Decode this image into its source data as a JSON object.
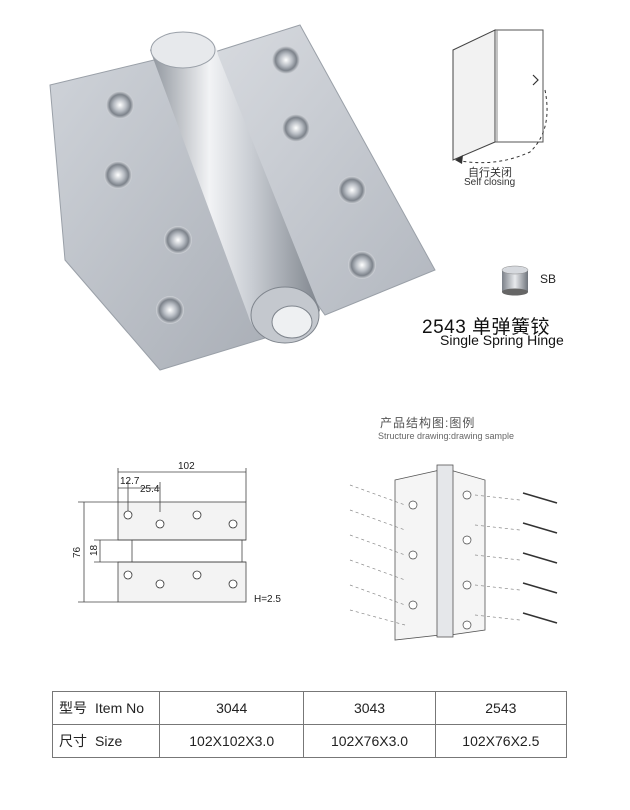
{
  "self_closing": {
    "label_cn": "自行关闭",
    "label_en": "Self closing"
  },
  "finish": {
    "code": "SB",
    "swatch_color": "#c0c2c6"
  },
  "product": {
    "title": "2543 单弹簧铰",
    "subtitle": "Single Spring Hinge"
  },
  "structure": {
    "label_cn": "产品结构图:图例",
    "label_en": "Structure drawing:drawing sample"
  },
  "dimensions": {
    "width": "102",
    "hole_offset_1": "12.7",
    "hole_offset_2": "25.4",
    "height": "76",
    "knuckle": "18",
    "thickness": "H=2.5"
  },
  "spec_table": {
    "row_item": {
      "label_cn": "型号",
      "label_en": "Item No",
      "values": [
        "3044",
        "3043",
        "2543"
      ]
    },
    "row_size": {
      "label_cn": "尺寸",
      "label_en": "Size",
      "values": [
        "102X102X3.0",
        "102X76X3.0",
        "102X76X2.5"
      ]
    }
  },
  "colors": {
    "steel_light": "#d6d9de",
    "steel_mid": "#b7bcc3",
    "steel_dark": "#8d939b"
  }
}
